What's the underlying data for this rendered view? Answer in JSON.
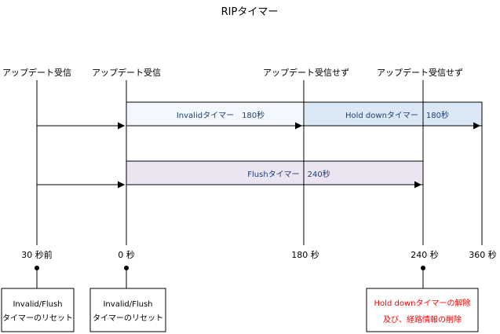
{
  "title": "RIPタイマー",
  "events": [
    "アップデート受信",
    "アップデート受信",
    "アップデート受信せず",
    "アップデート受信せず"
  ],
  "timers": {
    "invalid": "Invalidタイマー　180秒",
    "holddown": "Hold downタイマー　180秒",
    "flush": "Flushタイマー　240秒"
  },
  "ticks": [
    "30 秒前",
    "0 秒",
    "180 秒",
    "240 秒",
    "360 秒"
  ],
  "notes": {
    "reset1_line1": "Invalid/Flush",
    "reset1_line2": "タイマーのリセット",
    "reset2_line1": "Invalid/Flush",
    "reset2_line2": "タイマーのリセット",
    "release_line1": "Hold downタイマーの解除",
    "release_line2": "及び、経路情報の削除"
  },
  "colors": {
    "invalid_fill": "#f2f8fd",
    "holddown_fill": "#dae8f5",
    "flush_fill": "#ebe4f1",
    "timer_text": "#1f3f73",
    "alert_text": "#ff0000"
  }
}
